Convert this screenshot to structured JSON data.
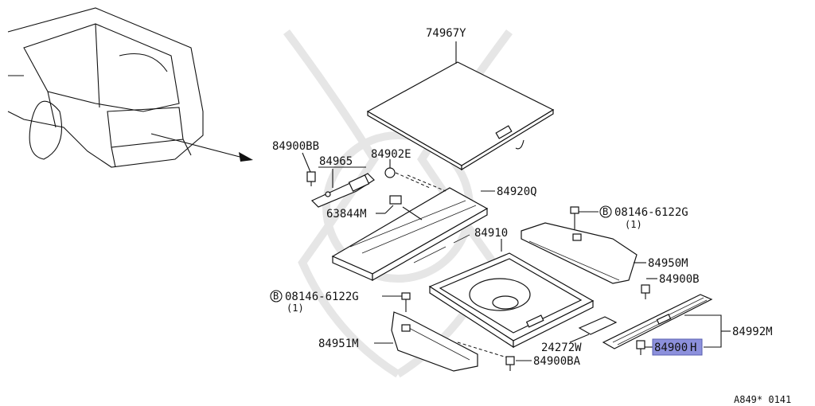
{
  "parts": {
    "p74967y": "74967Y",
    "p84900bb": "84900BB",
    "p84965": "84965",
    "p84902e": "84902E",
    "p84920q": "84920Q",
    "p63844m": "63844M",
    "p08146_top": "08146-6122G",
    "p08146_top_qty": "(1)",
    "p84910": "84910",
    "p84950m": "84950M",
    "p84900b": "84900B",
    "p08146_left": "08146-6122G",
    "p08146_left_qty": "(1)",
    "p84992m": "84992M",
    "p84951m": "84951M",
    "p24272w": "24272W",
    "p84900h_main": "84900",
    "p84900h_suffix": "H",
    "p84900ba": "84900BA"
  },
  "bolt_symbol": "B",
  "figure_code": "A849* 0141",
  "colors": {
    "highlight": "#8c90dc",
    "line": "#111111"
  }
}
